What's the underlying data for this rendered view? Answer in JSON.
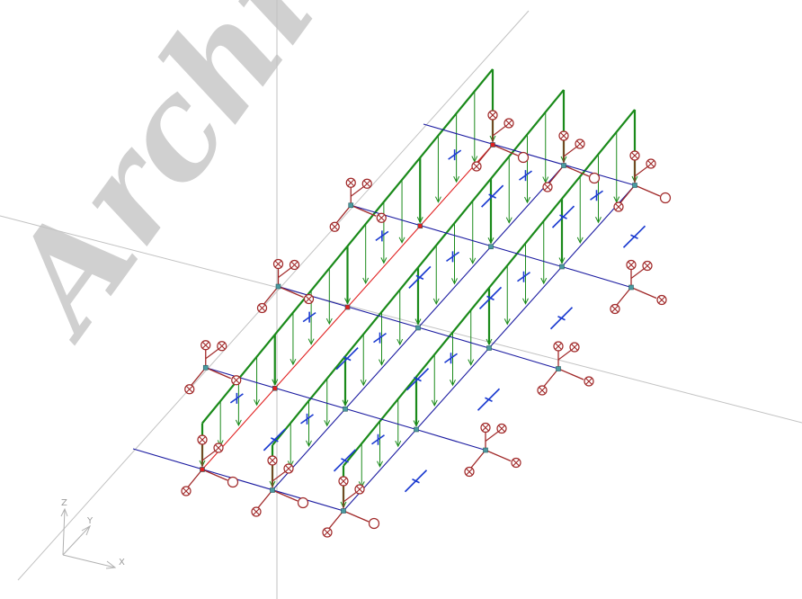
{
  "watermark": {
    "text": "Archi"
  },
  "triad": {
    "x_label": "X",
    "y_label": "Y",
    "z_label": "Z"
  },
  "colors": {
    "guide": "#c2c2c2",
    "load": "#1a8a1a",
    "beam": "#1a1aa0",
    "beam_selected": "#e02020",
    "support": "#a02828",
    "node": "#4a9aa0",
    "hinge": "#1a3ad0",
    "watermark": "#d0d0d0"
  },
  "icons": {
    "support_symbol": "circle-cross-icon",
    "roller_symbol": "circle-icon",
    "node_symbol": "square-node-icon",
    "hinge_symbol": "hinge-tick-icon"
  },
  "model": {
    "girders": 3,
    "selected_girder": 1,
    "panels_per_girder": 4
  }
}
